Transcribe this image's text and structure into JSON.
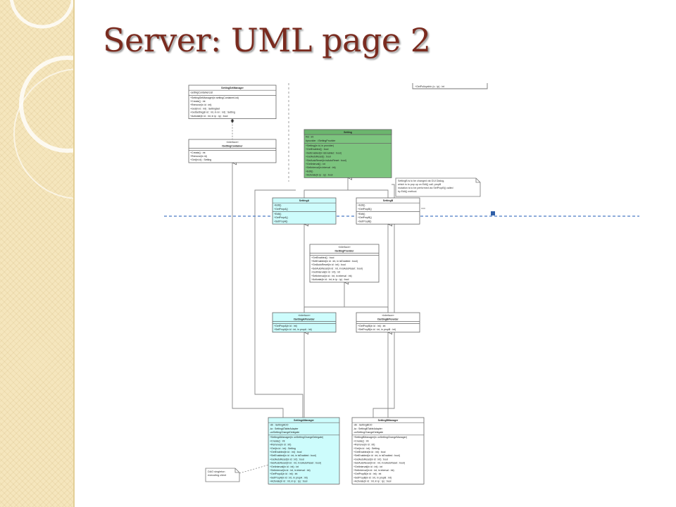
{
  "slide": {
    "title": "Server: UML page 2"
  },
  "colors": {
    "title": "#7a2b1f",
    "green_class": "#7cc47e",
    "cyan_class": "#cdfcfc",
    "selection_line": "#4a7ac4"
  },
  "diagram": {
    "top_fragment": "+GetPolicystrin (s : ip) : int",
    "note_top": [
      "SettingB is to be changed via GUI Dialog,",
      "which is to pop up on Edit() call; propB",
      "mutation is to be performed via SetPropB() called",
      "by Edit() method."
    ],
    "note_bottom": [
      "DAO singleton",
      "executing client"
    ],
    "classes": {
      "set_manager": {
        "name": "SettingSetManager",
        "attrs": [
          "-settingContainerList"
        ],
        "ops": [
          "+SettingSetManager(in settingContainerList)",
          "+Create() : int",
          "+Remove(in id : int)",
          "+Get(in id : int) : SettingSet",
          "+GetSetting(in id : int, in nn : int) : Setting",
          "+Activate(in id : int, in ip : ip) : bool"
        ]
      },
      "container": {
        "stereotype": "«interface»",
        "name": "ISettingContainer",
        "ops": [
          "+Create() : int",
          "+Remove(in id)",
          "+Get(in id) : Setting"
        ]
      },
      "setting": {
        "name": "Setting",
        "attrs": [
          "#id : int",
          "#provider : ISettingProvider"
        ],
        "ops": [
          "+Setting(in id, in provider)",
          "+GetEnabled() : bool",
          "+SetEnabled(in isEnabled : bool)",
          "+GetAutoReset() : bool",
          "+SetAutoReset(in isAutoReset : bool)",
          "+GetInterval() : int",
          "+SetInterval(in interval : int)",
          "+Edit()",
          "+Activate(in ip : ip) : bool"
        ]
      },
      "setting_a": {
        "name": "SettingA",
        "attrs": [
          "+Edit()",
          "+GetPropA()"
        ],
        "ops": [
          "+Edit()",
          "+GetPropA()",
          "+SetPropA()"
        ]
      },
      "setting_b": {
        "name": "SettingB",
        "attrs": [
          "+Edit()",
          "+GetPropB()"
        ],
        "ops": [
          "+Edit()",
          "+GetPropB()",
          "+SetPropB()"
        ]
      },
      "provider": {
        "stereotype": "«interface»",
        "name": "ISettingProvider",
        "ops": [
          "+GetEnabled() : bool",
          "+SetEnabled(in id : int, in isEnabled : bool)",
          "+GetAutoReset(in id : int) : bool",
          "+SetAutoReset(in id : int, in isAutoReset : bool)",
          "+GetInterval(in id : int) : int",
          "+SetInterval(in id : int, in interval : int)",
          "+Activate(in id : int, in ip : ip) : bool"
        ]
      },
      "provider_a": {
        "stereotype": "«interface»",
        "name": "ISettingAProvider",
        "ops": [
          "+GetPropA(in id : int)",
          "+SetPropA(in id : int, in propA : int)"
        ]
      },
      "provider_b": {
        "stereotype": "«interface»",
        "name": "ISettingBProvider",
        "ops": [
          "+GetPropB(in id : int) : int",
          "+SetPropB(in id : int, in propB : int)"
        ]
      },
      "a_manager": {
        "name": "SettingAManager",
        "attrs": [
          "-db : SettingADO",
          "-ta : SettingATableAdapter",
          "-onSettingChangeDelegate"
        ],
        "ops": [
          "+SettingAManager(in onSettingChangeDelegate)",
          "+Create() : int",
          "+Remove(in id : int)",
          "+Get(in id : int) : Setting",
          "+GetEnabled(in id : int) : bool",
          "+SetEnabled(in id : int, in isEnabled : bool)",
          "+GetAutoReset(in id : int) : bool",
          "+SetAutoReset(in id : int, in isAutoReset : bool)",
          "+GetInterval(in id : int) : int",
          "+SetInterval(in id : int, in interval : int)",
          "+GetPropA(in id : int) : int",
          "+SetPropA(in id : int, in propA : int)",
          "+Activate(in id : int, in ip : ip) : bool"
        ]
      },
      "b_manager": {
        "name": "SettingBManager",
        "attrs": [
          "-db : SettingBDO",
          "-ta : SettingBTableAdapter",
          "-onSettingChangeDelegate"
        ],
        "ops": [
          "+SettingBManager(in onSettingChangeManager)",
          "+Create() : int",
          "+Remove(in id : int)",
          "+Get(in id : int) : Setting",
          "+GetEnabled(in id : int) : bool",
          "+SetEnabled(in id : int, in isEnabled : bool)",
          "+GetAutoReset(in id : int) : bool",
          "+SetAutoReset(in id : int, in isAutoReset : bool)",
          "+GetInterval(in id : int) : int",
          "+SetInterval(in id : int, in interval : int)",
          "+GetPropB(in id : int) : int",
          "+SetPropB(in id : int, in propB : int)",
          "+Activate(in id : int, in ip : ip) : bool"
        ]
      }
    }
  }
}
